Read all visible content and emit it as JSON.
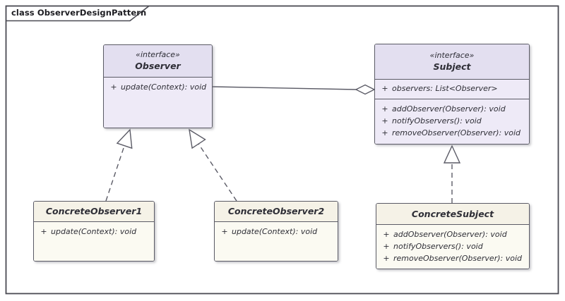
{
  "frame": {
    "title": "class ObserverDesignPattern"
  },
  "colors": {
    "interface_header": "#e3dff0",
    "interface_body": "#eeeaf7",
    "concrete_header": "#f5f2e7",
    "concrete_body": "#fbfaf2",
    "line": "#5b5b66",
    "text": "#2e2e36",
    "background": "#ffffff"
  },
  "classes": {
    "observer": {
      "stereotype": "«interface»",
      "name": "Observer",
      "operations": [
        {
          "vis": "+",
          "sig": "update(Context): void"
        }
      ]
    },
    "subject": {
      "stereotype": "«interface»",
      "name": "Subject",
      "attributes": [
        {
          "vis": "+",
          "sig": "observers: List<Observer>"
        }
      ],
      "operations": [
        {
          "vis": "+",
          "sig": "addObserver(Observer): void"
        },
        {
          "vis": "+",
          "sig": "notifyObservers(): void"
        },
        {
          "vis": "+",
          "sig": "removeObserver(Observer): void"
        }
      ]
    },
    "concrete_observer1": {
      "name": "ConcreteObserver1",
      "operations": [
        {
          "vis": "+",
          "sig": "update(Context): void"
        }
      ]
    },
    "concrete_observer2": {
      "name": "ConcreteObserver2",
      "operations": [
        {
          "vis": "+",
          "sig": "update(Context): void"
        }
      ]
    },
    "concrete_subject": {
      "name": "ConcreteSubject",
      "operations": [
        {
          "vis": "+",
          "sig": "addObserver(Observer): void"
        },
        {
          "vis": "+",
          "sig": "notifyObservers(): void"
        },
        {
          "vis": "+",
          "sig": "removeObserver(Observer): void"
        }
      ]
    }
  },
  "relations": [
    {
      "type": "aggregation",
      "from": "Subject",
      "to": "Observer"
    },
    {
      "type": "realization",
      "from": "ConcreteObserver1",
      "to": "Observer"
    },
    {
      "type": "realization",
      "from": "ConcreteObserver2",
      "to": "Observer"
    },
    {
      "type": "realization",
      "from": "ConcreteSubject",
      "to": "Subject"
    }
  ]
}
